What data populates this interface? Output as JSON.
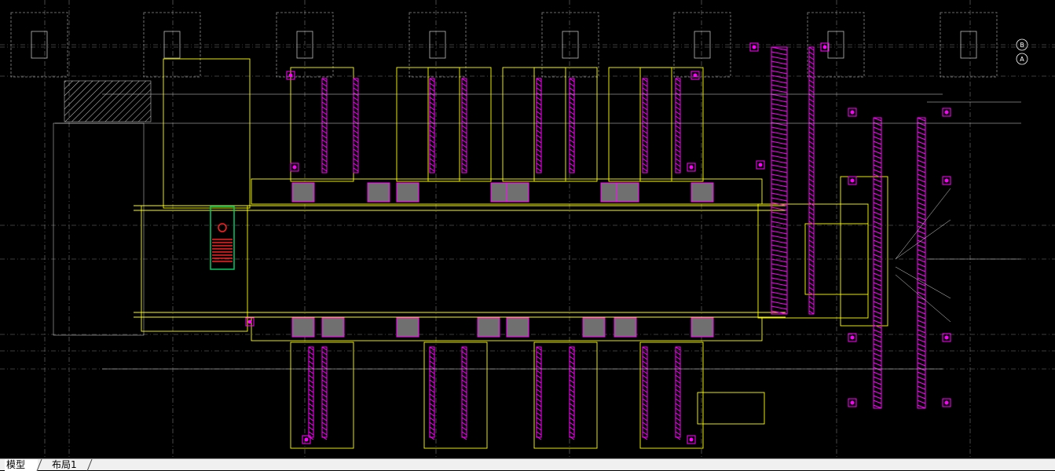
{
  "app": {
    "drawing_area_name": "cad-model-space"
  },
  "layout_tabs": [
    {
      "label": "模型",
      "active": true
    },
    {
      "label": "布局1",
      "active": false
    }
  ],
  "colors": {
    "background": "#000000",
    "yellow": "#ffff00",
    "magenta": "#ff00ff",
    "white": "#ffffff",
    "gray": "#8a8a8a",
    "green": "#00cc66",
    "red": "#ff2020",
    "tabbar": "#f0f0f0"
  },
  "grid_bubbles": [
    {
      "label": "B"
    },
    {
      "label": "A"
    }
  ]
}
